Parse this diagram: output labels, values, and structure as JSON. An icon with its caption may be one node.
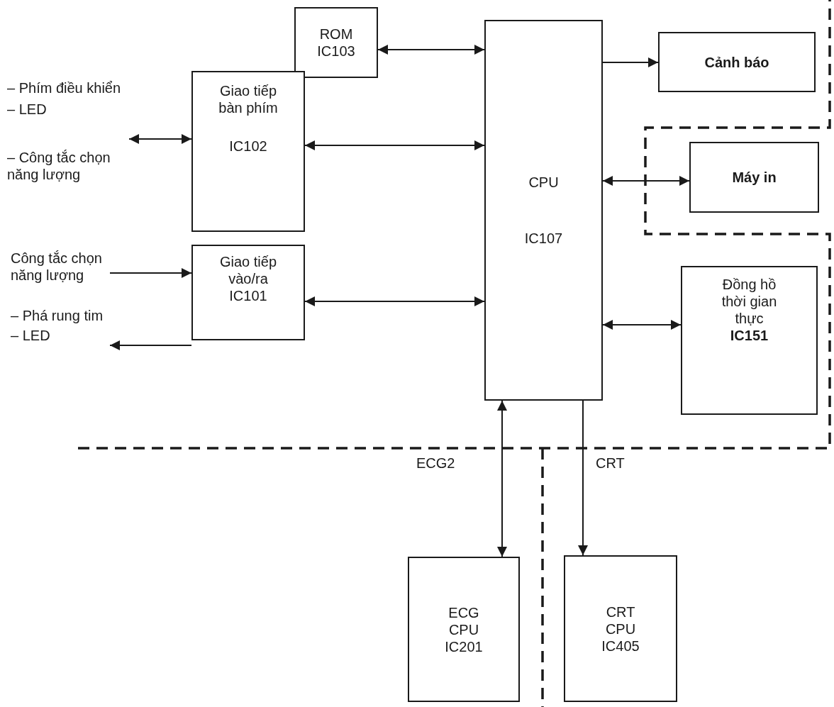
{
  "diagram": {
    "nodes": [
      {
        "text": [
          "ROM IC103"
        ]
      },
      {
        "text": [
          "CPU",
          "IC107"
        ]
      },
      {
        "text": [
          "Cảnh báo"
        ]
      },
      {
        "text": [
          "Giao tiếp bàn phím",
          "IC102"
        ]
      },
      {
        "text": [
          "– Phím điều khiển",
          "– LED",
          "– Công tắc chọn năng lượng"
        ]
      },
      {
        "text": [
          "Máy in"
        ]
      },
      {
        "text": [
          "Giao tiếp vào/ra IC101"
        ]
      },
      {
        "text": [
          "Công tắc chọn năng lượng"
        ]
      },
      {
        "text": [
          "Đồng hồ thời gian thực",
          "IC151"
        ]
      },
      {
        "text": [
          "– Phá rung tim",
          "– LED"
        ]
      },
      {
        "text": [
          "ECG CPU IC201"
        ]
      },
      {
        "text": [
          "CRT CPU IC405"
        ]
      }
    ],
    "edges": [
      {
        "from": 0,
        "to": 1,
        "arrow": "both"
      },
      {
        "from": 1,
        "to": 2,
        "arrow": "to"
      },
      {
        "from": 3,
        "to": 1,
        "arrow": "both"
      },
      {
        "from": 4,
        "to": 3,
        "arrow": "both"
      },
      {
        "from": 1,
        "to": 5,
        "arrow": "both"
      },
      {
        "from": 7,
        "to": 6,
        "arrow": "to"
      },
      {
        "from": 6,
        "to": 1,
        "arrow": "both"
      },
      {
        "from": 1,
        "to": 8,
        "arrow": "both"
      },
      {
        "from": 6,
        "to": 9,
        "arrow": "to"
      },
      {
        "from": 1,
        "to": 10,
        "arrow": "both",
        "label": "ECG2"
      },
      {
        "from": 1,
        "to": 11,
        "arrow": "to",
        "label": "CRT"
      }
    ]
  }
}
